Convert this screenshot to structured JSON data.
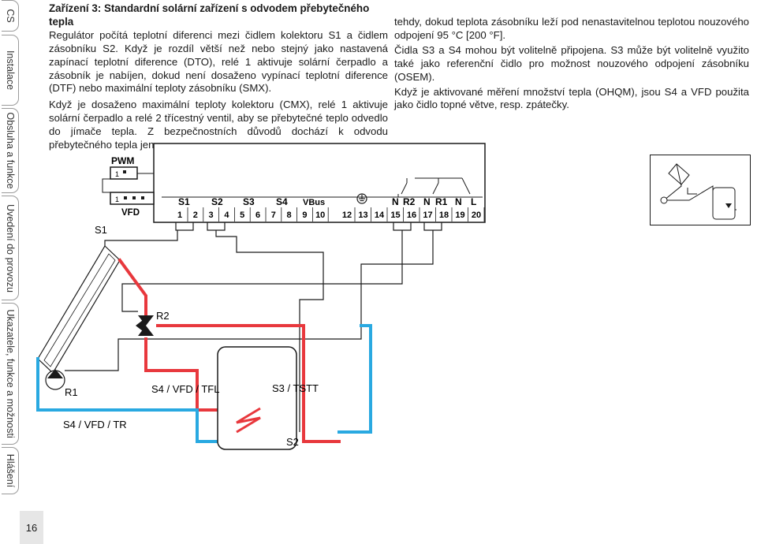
{
  "sidebar": {
    "tabs": [
      {
        "label": "CS"
      },
      {
        "label": "Instalace"
      },
      {
        "label": "Obsluha a funkce"
      },
      {
        "label": "Uvedení do provozu"
      },
      {
        "label": "Ukazatele, funkce a možnosti"
      },
      {
        "label": "Hlášení"
      }
    ]
  },
  "page_number": "16",
  "col1": {
    "title": "Zařízení 3: Standardní solární zařízení s odvodem přebytečného tepla",
    "p1": "Regulátor počítá teplotní diferenci mezi čidlem kolektoru S1 a čidlem zásobníku S2. Když je rozdíl větší než nebo stejný jako nastavená zapínací teplotní diference (DTO), relé 1 aktivuje solární čerpadlo a zásobník je nabíjen, dokud není dosaženo vypínací teplotní diference (DTF) nebo maximální teploty zásobníku (SMX).",
    "p2": "Když je dosaženo maximální teploty kolektoru (CMX), relé 1 aktivuje solární čerpadlo a relé 2 třícestný ventil, aby se přebytečné teplo odvedlo do jímače tepla. Z bezpečnostních důvodů dochází k odvodu přebytečného tepla jen"
  },
  "col2": {
    "p1": "tehdy, dokud teplota zásobníku leží pod nenastavitelnou teplotou nouzového odpojení 95 °C [200 °F].",
    "p2": "Čidla S3 a S4 mohou být volitelně připojena. S3 může být volitelně využito také jako referenční čidlo pro možnost nouzového odpojení zásobníku (OSEM).",
    "p3": "Když je aktivované měření množství tepla (OHQM), jsou S4 a VFD použita jako čidlo topné větve, resp. zpátečky."
  },
  "diagram": {
    "pwm_label": "PWM",
    "pwm_pin": "1",
    "vfd_pins": "1",
    "vfd_label": "VFD",
    "sensor_groups": [
      "S1",
      "S2",
      "S3",
      "S4",
      "VBus"
    ],
    "terminals_left": [
      "1",
      "2",
      "3",
      "4",
      "5",
      "6",
      "7",
      "8",
      "9",
      "10"
    ],
    "terminals_right": [
      "12",
      "13",
      "14",
      "15",
      "16",
      "17",
      "18",
      "19",
      "20"
    ],
    "relay_groups": [
      "N",
      "R2",
      "N",
      "R1",
      "N",
      "L"
    ],
    "labels": {
      "s1": "S1",
      "r2": "R2",
      "r1": "R1",
      "s4_vfd_tfl": "S4 / VFD / TFL",
      "s3_tstt": "S3 / TSTT",
      "s4_vfd_tr": "S4 / VFD / TR",
      "s2": "S2"
    }
  },
  "colors": {
    "hot": "#e8383d",
    "cold": "#29a9e1",
    "line": "#1a1a1a",
    "tab_border": "#9a9a9a"
  }
}
